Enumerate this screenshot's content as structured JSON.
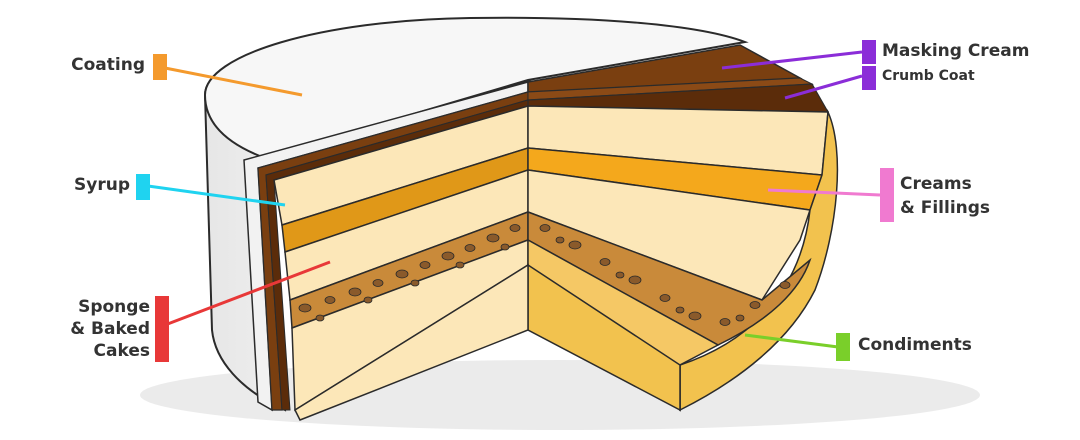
{
  "labels": {
    "coating": {
      "text": "Coating",
      "color": "#F49A2D"
    },
    "syrup": {
      "text": "Syrup",
      "color": "#1FD3F0"
    },
    "sponge": {
      "line1": "Sponge",
      "line2": "& Baked",
      "line3": "Cakes",
      "color": "#E83838"
    },
    "masking_cream": {
      "text": "Masking Cream",
      "color": "#8B2DD8"
    },
    "crumb_coat": {
      "text": "Crumb Coat",
      "color": "#8B2DD8"
    },
    "creams_fillings": {
      "line1": "Creams",
      "line2": "& Fillings",
      "color": "#F07AD0"
    },
    "condiments": {
      "text": "Condiments",
      "color": "#7ACF2A"
    }
  },
  "colors": {
    "cake_white": "#F7F7F7",
    "sponge_light": "#FCE7B8",
    "sponge_mid": "#F5C865",
    "sponge_side": "#F2C24E",
    "cream_orange": "#E09818",
    "cream_orange_light": "#F4A81C",
    "chocolate": "#7A3F10",
    "chocolate_dark": "#5B2C0A",
    "crumb": "#C98A3A",
    "crumb_dot": "#8A5A2B",
    "outline": "#2B2B2B"
  },
  "icons": {
    "cake": "layered-cake-cutaway-illustration"
  }
}
